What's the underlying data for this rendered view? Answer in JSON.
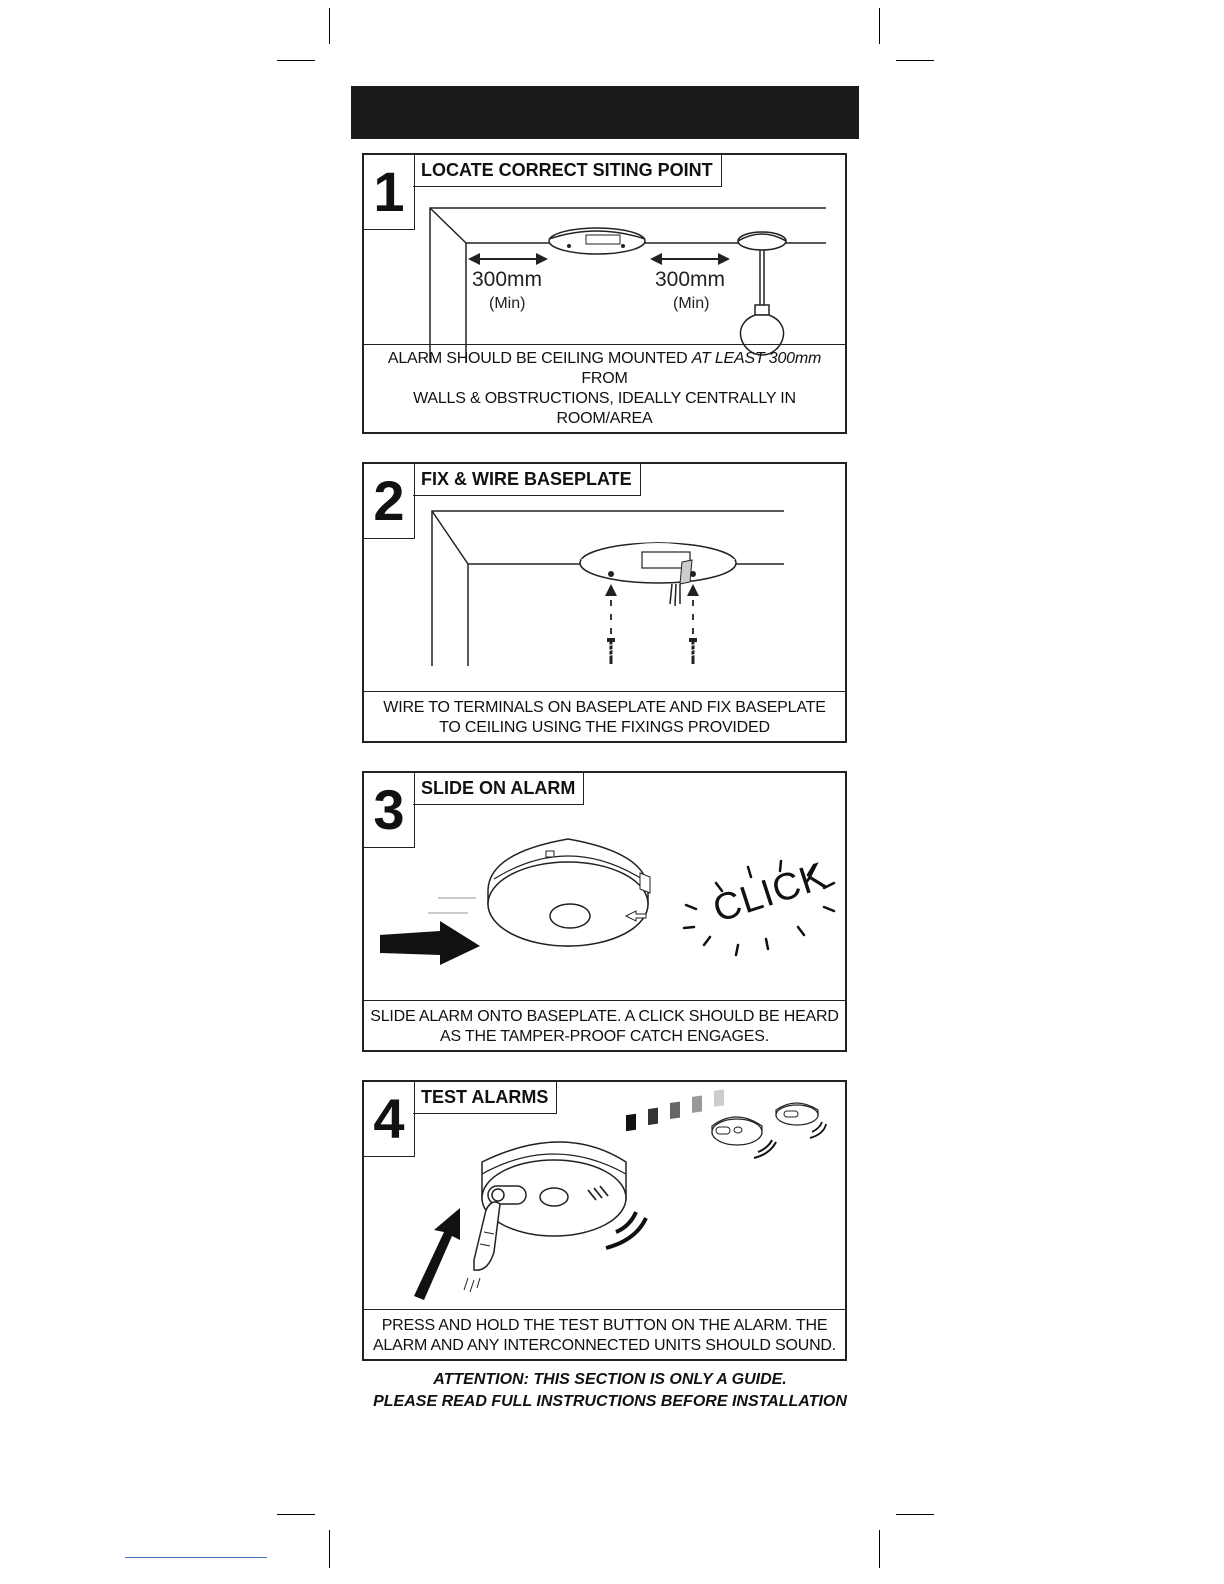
{
  "steps": [
    {
      "number": "1",
      "title": "LOCATE CORRECT SITING POINT",
      "measure_left": "300mm",
      "measure_left_sub": "(Min)",
      "measure_right": "300mm",
      "measure_right_sub": "(Min)",
      "caption_line1_a": "ALARM SHOULD BE CEILING MOUNTED ",
      "caption_line1_em": "AT LEAST 300mm",
      "caption_line1_b": " FROM",
      "caption_line2": "WALLS & OBSTRUCTIONS, IDEALLY CENTRALLY IN ROOM/AREA"
    },
    {
      "number": "2",
      "title": "FIX & WIRE BASEPLATE",
      "caption_line1": "WIRE TO TERMINALS ON BASEPLATE AND FIX BASEPLATE",
      "caption_line2": "TO CEILING USING THE FIXINGS PROVIDED"
    },
    {
      "number": "3",
      "title": "SLIDE ON ALARM",
      "click_text": "CLICK",
      "caption_line1": "SLIDE ALARM ONTO BASEPLATE. A CLICK SHOULD BE HEARD",
      "caption_line2": "AS THE TAMPER-PROOF CATCH ENGAGES."
    },
    {
      "number": "4",
      "title": "TEST ALARMS",
      "caption_line1": "PRESS AND HOLD THE TEST BUTTON ON THE ALARM. THE",
      "caption_line2": "ALARM AND ANY INTERCONNECTED UNITS SHOULD SOUND."
    }
  ],
  "footer": {
    "line1": "ATTENTION: THIS SECTION IS ONLY A GUIDE.",
    "line2": "PLEASE READ FULL INSTRUCTIONS BEFORE INSTALLATION"
  }
}
